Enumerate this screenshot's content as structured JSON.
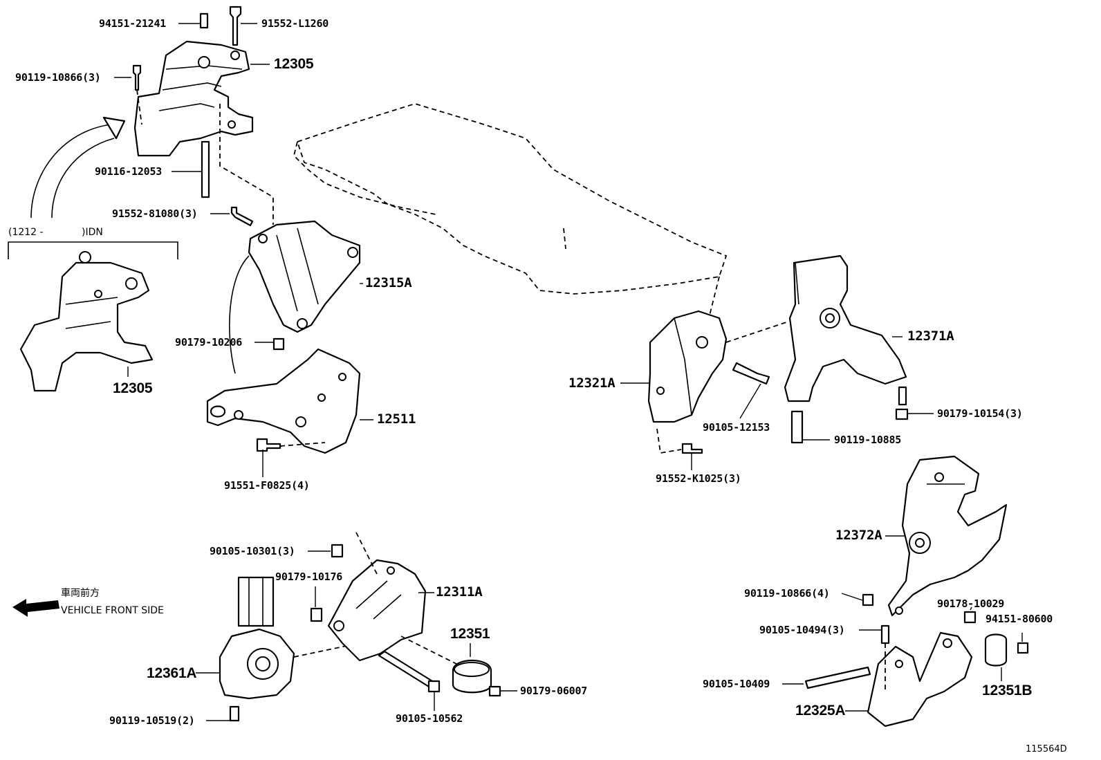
{
  "diagram": {
    "figure_code": "115564D",
    "front_note_jp": "車両前方",
    "front_note_en": "VEHICLE FRONT SIDE",
    "inset_range": "(1212 -",
    "inset_suffix": ")IDN",
    "parts": {
      "p_94151_21241": "94151-21241",
      "p_91552_L1260": "91552-L1260",
      "p_12305_top": "12305",
      "p_90119_10866_3": "90119-10866(3)",
      "p_90116_12053": "90116-12053",
      "p_91552_81080_3": "91552-81080(3)",
      "p_12305_inset": "12305",
      "p_12315A": "12315A",
      "p_90179_10206": "90179-10206",
      "p_12511": "12511",
      "p_91551_F0825_4": "91551-F0825(4)",
      "p_12371A": "12371A",
      "p_12321A": "12321A",
      "p_90105_12153": "90105-12153",
      "p_90179_10154_3": "90179-10154(3)",
      "p_90119_10885": "90119-10885",
      "p_91552_K1025_3": "91552-K1025(3)",
      "p_12372A": "12372A",
      "p_90105_10301_3": "90105-10301(3)",
      "p_90179_10176": "90179-10176",
      "p_12311A": "12311A",
      "p_12351": "12351",
      "p_12361A": "12361A",
      "p_90179_06007": "90179-06007",
      "p_90119_10519_2": "90119-10519(2)",
      "p_90105_10562": "90105-10562",
      "p_90119_10866_4": "90119-10866(4)",
      "p_90178_10029": "90178-10029",
      "p_94151_80600": "94151-80600",
      "p_90105_10494_3": "90105-10494(3)",
      "p_90105_10409": "90105-10409",
      "p_12351B": "12351B",
      "p_12325A": "12325A"
    }
  }
}
